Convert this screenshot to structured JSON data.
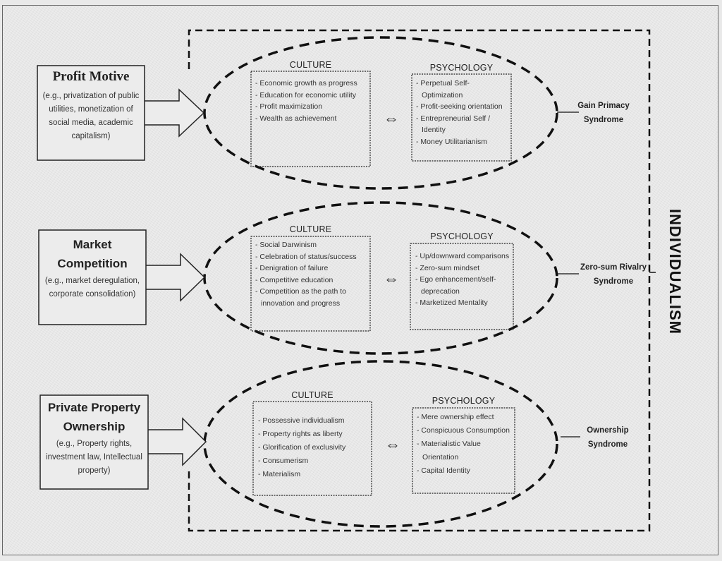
{
  "title": "INDIVIDUALISM",
  "rows": [
    {
      "driver": {
        "title": "Profit Motive",
        "examples": "(e.g., privatization of public utilities, monetization of social media, academic capitalism)"
      },
      "culture_label": "CULTURE",
      "culture_items": [
        "Economic growth as progress",
        "Education for economic utility",
        "Profit maximization",
        "Wealth as achievement"
      ],
      "relation_icon": "⇔",
      "psychology_label": "PSYCHOLOGY",
      "psychology_items": [
        "Perpetual Self-Optimization",
        "Profit-seeking orientation",
        "Entrepreneurial Self / Identity",
        "Money Utilitarianism"
      ],
      "syndrome": "Gain Primacy Syndrome"
    },
    {
      "driver": {
        "title": "Market Competition",
        "examples": "(e.g., market deregulation, corporate consolidation)"
      },
      "culture_label": "CULTURE",
      "culture_items": [
        "Social Darwinism",
        "Celebration of status/success",
        "Denigration of failure",
        "Competitive education",
        "Competition as the path to innovation and progress"
      ],
      "relation_icon": "⇔",
      "psychology_label": "PSYCHOLOGY",
      "psychology_items": [
        "Up/downward comparisons",
        "Zero-sum mindset",
        "Ego enhancement/self-deprecation",
        "Marketized Mentality"
      ],
      "syndrome": "Zero-sum Rivalry Syndrome"
    },
    {
      "driver": {
        "title": "Private Property Ownership",
        "examples": "(e.g., Property rights, investment law, Intellectual property)"
      },
      "culture_label": "CULTURE",
      "culture_items": [
        "Possessive individualism",
        "Property rights as liberty",
        "Glorification of exclusivity",
        "Consumerism",
        "Materialism"
      ],
      "relation_icon": "⇔",
      "psychology_label": "PSYCHOLOGY",
      "psychology_items": [
        "Mere ownership effect",
        "Conspicuous Consumption",
        "Materialistic Value Orientation",
        "Capital Identity"
      ],
      "syndrome": "Ownership Syndrome"
    }
  ]
}
